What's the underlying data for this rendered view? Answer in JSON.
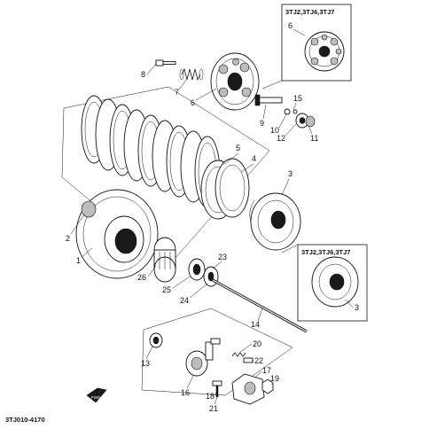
{
  "diagram": {
    "code": "3TJ010-4170",
    "variant_box_top": "3TJ2,3TJ6,3TJ7",
    "variant_box_bottom": "3TJ2,3TJ6,3TJ7",
    "variant_part_top": "6",
    "variant_part_bottom": "3",
    "direction_mark": "FWD",
    "callouts": {
      "c1": "1",
      "c2": "2",
      "c3": "3",
      "c4": "4",
      "c5": "5",
      "c6": "6",
      "c7": "7",
      "c8": "8",
      "c9": "9",
      "c10": "10",
      "c11": "11",
      "c12": "12",
      "c13": "13",
      "c14": "14",
      "c15": "15",
      "c16": "16",
      "c17": "17",
      "c18": "18",
      "c19": "19",
      "c20": "20",
      "c21": "21",
      "c22": "22",
      "c23": "23",
      "c24": "24",
      "c25": "25",
      "c26": "26"
    }
  }
}
